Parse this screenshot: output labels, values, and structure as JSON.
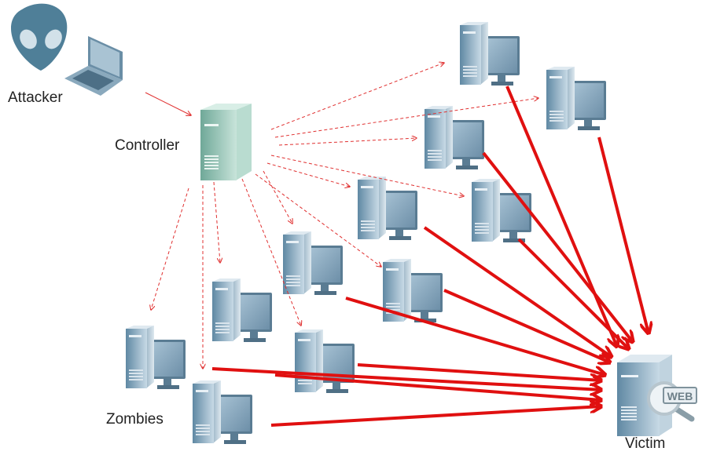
{
  "labels": {
    "attacker": "Attacker",
    "controller": "Controller",
    "zombies": "Zombies",
    "victim": "Victim",
    "web_badge": "WEB"
  },
  "colors": {
    "command_arrow": "#e03030",
    "attack_arrow": "#e01010",
    "device_blue": "#7d9fb6",
    "controller_green": "#8fc0b0"
  },
  "zombie_count": 11
}
